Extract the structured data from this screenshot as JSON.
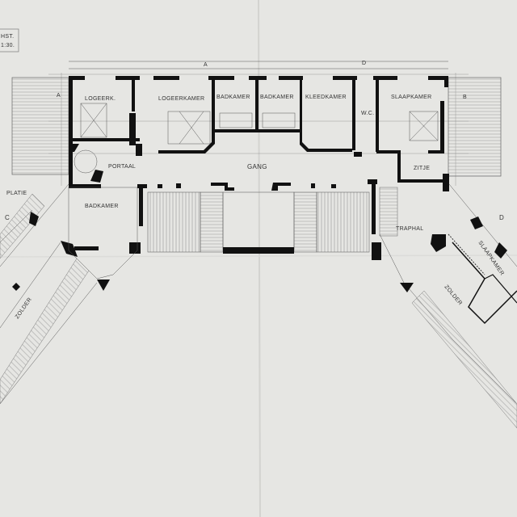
{
  "title_block": {
    "line1": "HST.",
    "line2": "1:30."
  },
  "axis_markers": {
    "top_left": "A",
    "top_right": "D",
    "left": "C",
    "right": "D",
    "side_left": "A",
    "side_right": "B"
  },
  "rooms": {
    "logeerkamer_small": "LOGEERK.",
    "logeerkamer": "LOGEERKAMER",
    "badkamer_1": "BADKAMER",
    "badkamer_2": "BADKAMER",
    "kleedkamer": "KLEEDKAMER",
    "slaapkamer": "SLAAPKAMER",
    "portaal": "PORTAAL",
    "gang": "GANG",
    "zitje": "ZITJE",
    "platie": "PLATIE",
    "badkamer_3": "BADKAMER",
    "traphal": "TRAPHAL",
    "zolder_left": "ZOLDER",
    "zolder_right": "ZOLDER",
    "slaapkamer_wing": "SLAAPKAMER",
    "wc": "W.C."
  },
  "colors": {
    "paper": "#e6e6e3",
    "ink": "#111111"
  }
}
